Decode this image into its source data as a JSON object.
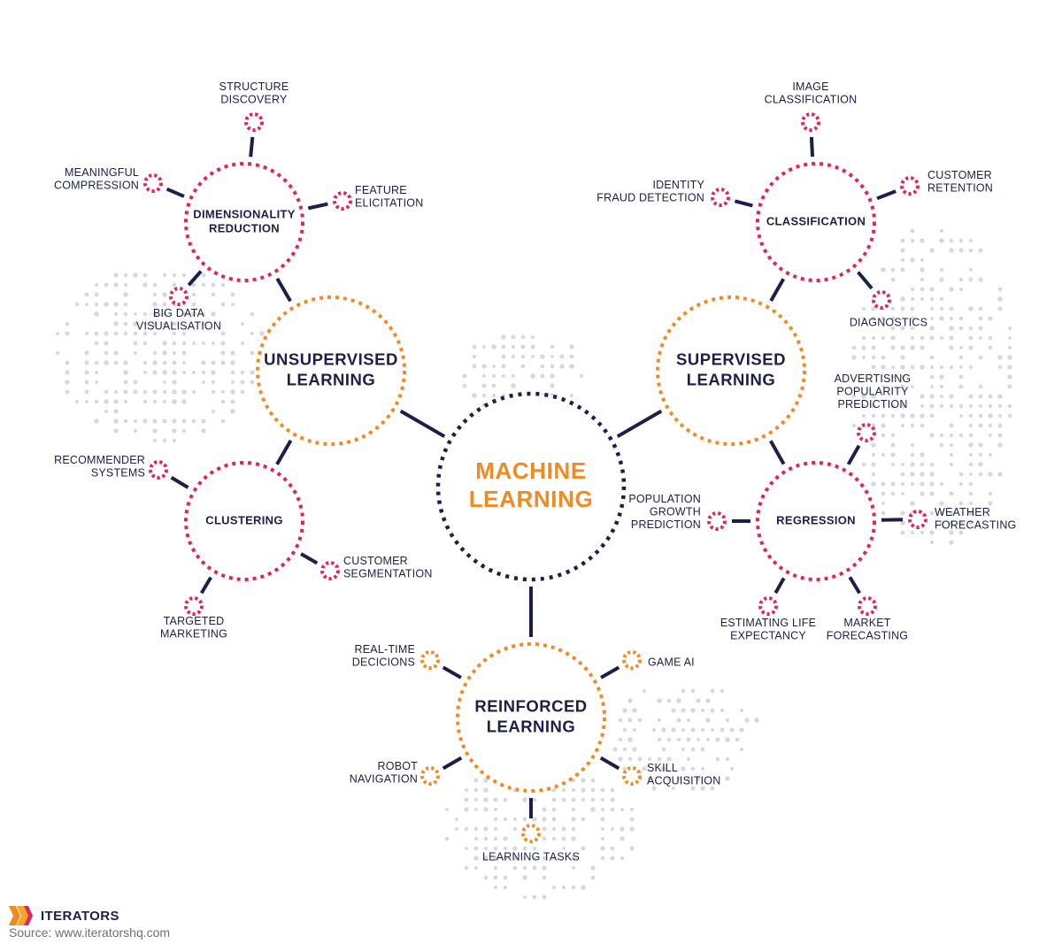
{
  "colors": {
    "navy": "#1b1f4a",
    "orange": "#f08a24",
    "pink": "#e2245a",
    "dots": "#d6d8e0",
    "logo_orange": "#f08a24",
    "logo_red": "#e2245a"
  },
  "center": {
    "lines": [
      "MACHINE",
      "LEARNING"
    ]
  },
  "unsupervised": {
    "lines": [
      "UNSUPERVISED",
      "LEARNING"
    ],
    "dimensionality": {
      "lines": [
        "DIMENSIONALITY",
        "REDUCTION"
      ],
      "leaves": {
        "structure": [
          "STRUCTURE",
          "DISCOVERY"
        ],
        "compression": [
          "MEANINGFUL",
          "COMPRESSION"
        ],
        "feature": [
          "FEATURE",
          "ELICITATION"
        ],
        "bigdata": [
          "BIG DATA",
          "VISUALISATION"
        ]
      }
    },
    "clustering": {
      "lines": [
        "CLUSTERING"
      ],
      "leaves": {
        "recommender": [
          "RECOMMENDER",
          "SYSTEMS"
        ],
        "segmentation": [
          "CUSTOMER",
          "SEGMENTATION"
        ],
        "targeted": [
          "TARGETED",
          "MARKETING"
        ]
      }
    }
  },
  "supervised": {
    "lines": [
      "SUPERVISED",
      "LEARNING"
    ],
    "classification": {
      "lines": [
        "CLASSIFICATION"
      ],
      "leaves": {
        "image": [
          "IMAGE",
          "CLASSIFICATION"
        ],
        "fraud": [
          "IDENTITY",
          "FRAUD DETECTION"
        ],
        "retention": [
          "CUSTOMER",
          "RETENTION"
        ],
        "diagnostics": [
          "DIAGNOSTICS"
        ]
      }
    },
    "regression": {
      "lines": [
        "REGRESSION"
      ],
      "leaves": {
        "advertising": [
          "ADVERTISING",
          "POPULARITY",
          "PREDICTION"
        ],
        "population": [
          "POPULATION",
          "GROWTH",
          "PREDICTION"
        ],
        "weather": [
          "WEATHER",
          "FORECASTING"
        ],
        "life": [
          "ESTIMATING LIFE",
          "EXPECTANCY"
        ],
        "market": [
          "MARKET",
          "FORECASTING"
        ]
      }
    }
  },
  "reinforced": {
    "lines": [
      "REINFORCED",
      "LEARNING"
    ],
    "leaves": {
      "realtime": [
        "REAL-TIME",
        "DECICIONS"
      ],
      "game": [
        "GAME AI"
      ],
      "robot": [
        "ROBOT",
        "NAVIGATION"
      ],
      "skill": [
        "SKILL",
        "ACQUISITION"
      ],
      "tasks": [
        "LEARNING TASKS"
      ]
    }
  },
  "brand": {
    "name": "ITERATORS",
    "source": "Source: www.iteratorshq.com",
    "logo_icon": "chevron-logo-icon"
  }
}
